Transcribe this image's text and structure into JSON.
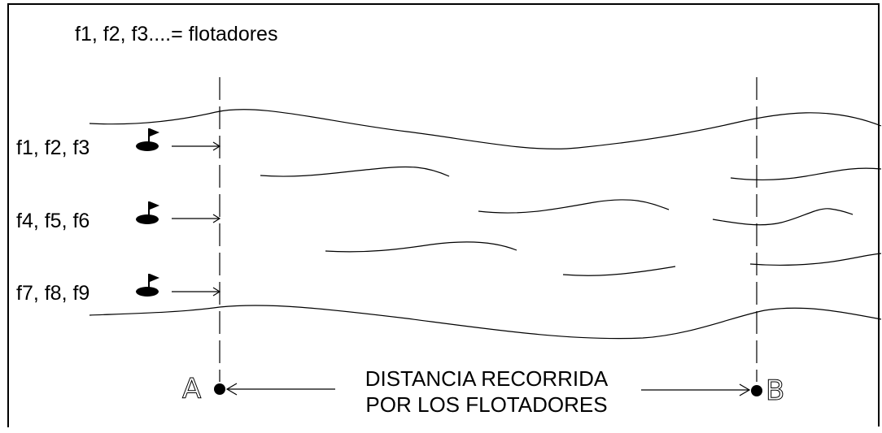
{
  "legend": "f1, f2, f3....= flotadores",
  "float_groups": [
    {
      "label": "f1, f2, f3",
      "icon": "float-flag-icon"
    },
    {
      "label": "f4, f5, f6",
      "icon": "float-flag-icon"
    },
    {
      "label": "f7, f8, f9",
      "icon": "float-flag-icon"
    }
  ],
  "point_a": "A",
  "point_b": "B",
  "distance_line1": "DISTANCIA RECORRIDA",
  "distance_line2": "POR LOS FLOTADORES",
  "colors": {
    "ink": "#000000",
    "background": "#ffffff"
  }
}
